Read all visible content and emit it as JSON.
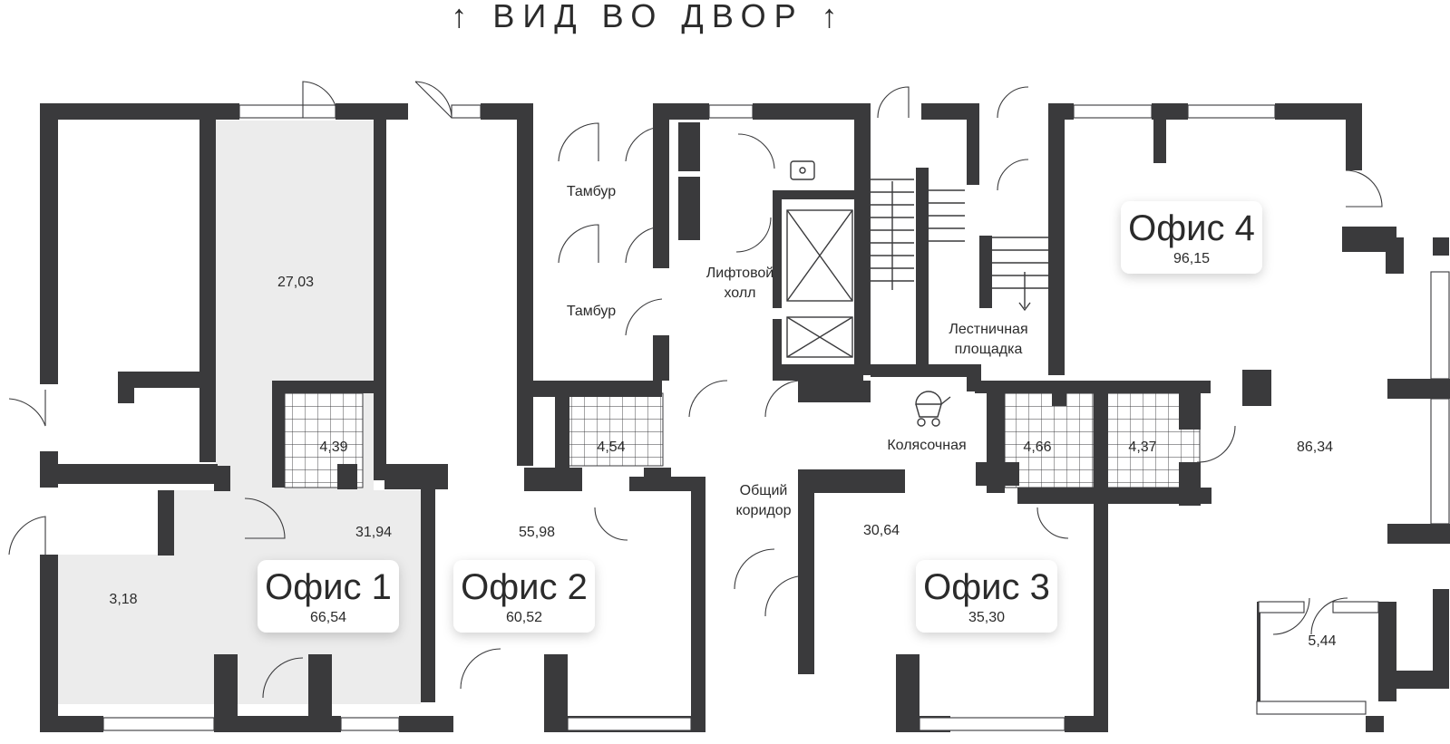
{
  "heading": "↑ ВИД ВО ДВОР ↑",
  "offices": [
    {
      "name": "Офис 1",
      "area": "66,54"
    },
    {
      "name": "Офис 2",
      "area": "60,52"
    },
    {
      "name": "Офис 3",
      "area": "35,30"
    },
    {
      "name": "Офис 4",
      "area": "96,15"
    }
  ],
  "room_labels": {
    "tambur_top": "Тамбур",
    "tambur_bottom": "Тамбур",
    "lift_hall_1": "Лифтовой",
    "lift_hall_2": "холл",
    "stair_1": "Лестничная",
    "stair_2": "площадка",
    "stroller": "Колясочная",
    "corridor_1": "Общий",
    "corridor_2": "коридор"
  },
  "areas": {
    "a27_03": "27,03",
    "a4_39": "4,39",
    "a31_94": "31,94",
    "a3_18": "3,18",
    "a4_54": "4,54",
    "a55_98": "55,98",
    "a4_66": "4,66",
    "a4_37": "4,37",
    "a30_64": "30,64",
    "a86_34": "86,34",
    "a5_44": "5,44"
  },
  "colors": {
    "wall": "#3a3a3c",
    "office1_fill": "#ececec",
    "card_bg": "#ffffff"
  }
}
